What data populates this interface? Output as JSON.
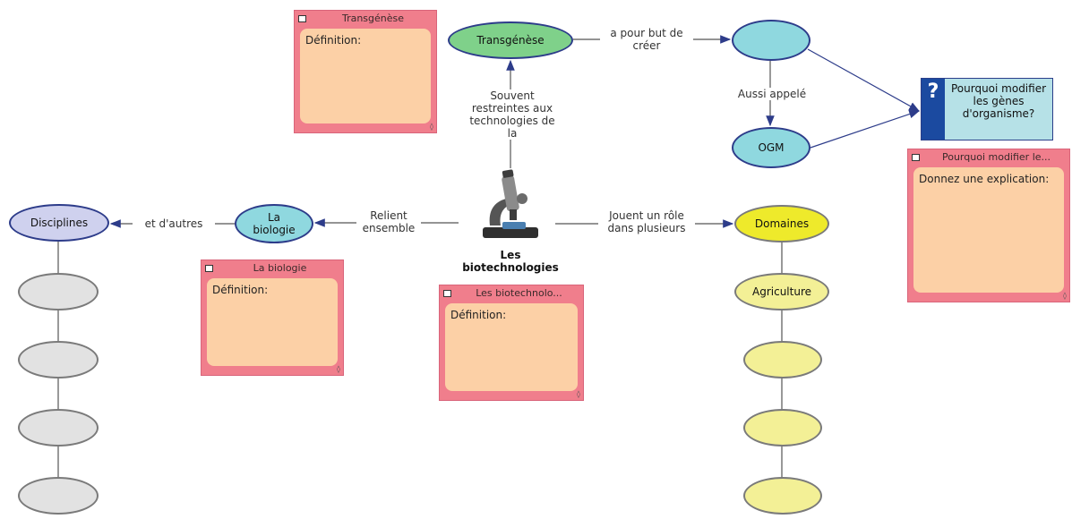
{
  "central": {
    "label_line1": "Les",
    "label_line2": "biotechnologies",
    "icon": "microscope-icon"
  },
  "nodes": {
    "transgenese": "Transgénèse",
    "cree_empty": "",
    "ogm": "OGM",
    "biologie": "La biologie",
    "disciplines": "Disciplines",
    "domaines": "Domaines",
    "agriculture": "Agriculture"
  },
  "edges": {
    "souvent": "Souvent restreintes aux technologies de la",
    "pour_but": "a pour but de créer",
    "aussi": "Aussi appelé",
    "relient": "Relient ensemble",
    "et_autres": "et d'autres",
    "jouent": "Jouent un rôle dans plusieurs"
  },
  "notes": {
    "transgenese": {
      "title": "Transgénèse",
      "body": "Définition:"
    },
    "biologie": {
      "title": "La biologie",
      "body": "Définition:"
    },
    "biotech": {
      "title": "Les biotechnolo...",
      "body": "Définition:"
    },
    "pourquoi": {
      "title": "Pourquoi modifier le...",
      "body": "Donnez une explication:"
    }
  },
  "question": {
    "mark": "?",
    "text": "Pourquoi modifier les gènes d'organisme?"
  },
  "colors": {
    "node_border": "#2d3c8a",
    "cyan": "#8fd8df",
    "green": "#7fd18a",
    "lavender": "#cfd1ee",
    "grey": "#e2e2e2",
    "yellow": "#f3f096",
    "note_frame": "#f07e8c",
    "note_body": "#fcd0a6"
  }
}
